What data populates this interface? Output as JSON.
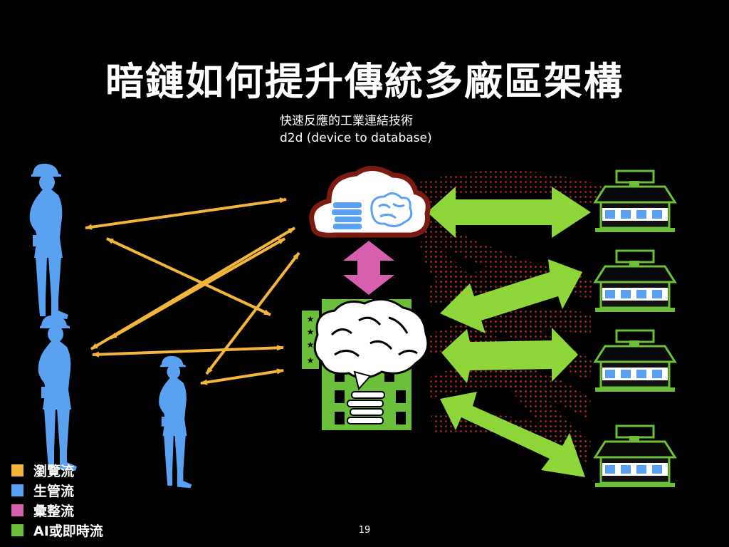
{
  "slide": {
    "title": "暗鏈如何提升傳統多廠區架構",
    "subtitle_line1": "快速反應的工業連結技術",
    "subtitle_line2": "d2d (device to database)",
    "page_number": "19"
  },
  "legend": {
    "items": [
      {
        "label": "瀏覽流",
        "color": "#f3b53a"
      },
      {
        "label": "生管流",
        "color": "#5aa1f2"
      },
      {
        "label": "彙整流",
        "color": "#d65fae"
      },
      {
        "label": "AI或即時流",
        "color": "#6bbf3a"
      }
    ]
  },
  "colors": {
    "browse": "#f3b53a",
    "manage": "#5aa1f2",
    "aggregate": "#d65fae",
    "ai": "#8ed63a",
    "dots": "#b32a1e",
    "factory": "#6bbf3a"
  },
  "nodes": {
    "people": [
      "person-top-left",
      "person-bottom-left",
      "person-center"
    ],
    "cloud": "cloud-ai",
    "datacenter": "building-ai",
    "factories": [
      "factory-1",
      "factory-2",
      "factory-3",
      "factory-4"
    ]
  }
}
